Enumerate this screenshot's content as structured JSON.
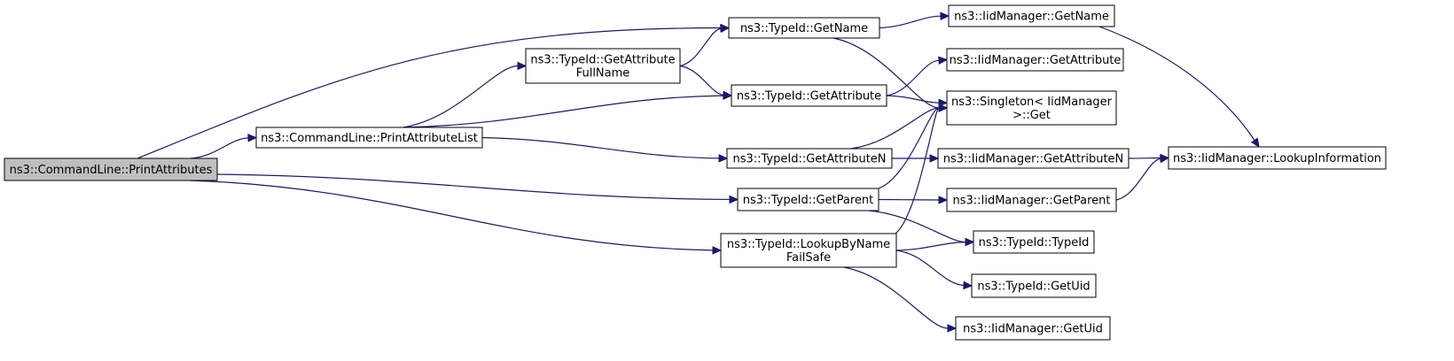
{
  "colors": {
    "edge": "#191970",
    "node_fill": "#ffffff",
    "root_fill": "#bfbfbf",
    "border": "#000000"
  },
  "nodes": [
    {
      "id": "root",
      "lines": [
        "ns3::CommandLine::PrintAttributes"
      ],
      "root": true
    },
    {
      "id": "pal",
      "lines": [
        "ns3::CommandLine::PrintAttributeList"
      ]
    },
    {
      "id": "gafn",
      "lines": [
        "ns3::TypeId::GetAttribute",
        "FullName"
      ]
    },
    {
      "id": "getname",
      "lines": [
        "ns3::TypeId::GetName"
      ]
    },
    {
      "id": "getattr",
      "lines": [
        "ns3::TypeId::GetAttribute"
      ]
    },
    {
      "id": "getattrn",
      "lines": [
        "ns3::TypeId::GetAttributeN"
      ]
    },
    {
      "id": "getparent",
      "lines": [
        "ns3::TypeId::GetParent"
      ]
    },
    {
      "id": "lbnfs",
      "lines": [
        "ns3::TypeId::LookupByName",
        "FailSafe"
      ]
    },
    {
      "id": "iid_getname",
      "lines": [
        "ns3::IidManager::GetName"
      ]
    },
    {
      "id": "iid_getattr",
      "lines": [
        "ns3::IidManager::GetAttribute"
      ]
    },
    {
      "id": "singleton",
      "lines": [
        "ns3::Singleton< IidManager",
        ">::Get"
      ]
    },
    {
      "id": "iid_getattrn",
      "lines": [
        "ns3::IidManager::GetAttributeN"
      ]
    },
    {
      "id": "iid_getparent",
      "lines": [
        "ns3::IidManager::GetParent"
      ]
    },
    {
      "id": "typeid_ctor",
      "lines": [
        "ns3::TypeId::TypeId"
      ]
    },
    {
      "id": "typeid_getuid",
      "lines": [
        "ns3::TypeId::GetUid"
      ]
    },
    {
      "id": "iid_getuid",
      "lines": [
        "ns3::IidManager::GetUid"
      ]
    },
    {
      "id": "lookupinfo",
      "lines": [
        "ns3::IidManager::LookupInformation"
      ]
    }
  ],
  "edges": [
    {
      "from": "root",
      "to": "getname"
    },
    {
      "from": "root",
      "to": "pal"
    },
    {
      "from": "root",
      "to": "getparent"
    },
    {
      "from": "root",
      "to": "lbnfs"
    },
    {
      "from": "pal",
      "to": "gafn"
    },
    {
      "from": "pal",
      "to": "getattr"
    },
    {
      "from": "pal",
      "to": "getattrn"
    },
    {
      "from": "gafn",
      "to": "getname"
    },
    {
      "from": "gafn",
      "to": "getattr"
    },
    {
      "from": "getname",
      "to": "iid_getname"
    },
    {
      "from": "getname",
      "to": "singleton"
    },
    {
      "from": "getattr",
      "to": "iid_getattr"
    },
    {
      "from": "getattr",
      "to": "singleton"
    },
    {
      "from": "getattrn",
      "to": "singleton"
    },
    {
      "from": "getattrn",
      "to": "iid_getattrn"
    },
    {
      "from": "getparent",
      "to": "singleton"
    },
    {
      "from": "getparent",
      "to": "iid_getparent"
    },
    {
      "from": "getparent",
      "to": "typeid_ctor"
    },
    {
      "from": "lbnfs",
      "to": "singleton"
    },
    {
      "from": "lbnfs",
      "to": "typeid_ctor"
    },
    {
      "from": "lbnfs",
      "to": "typeid_getuid"
    },
    {
      "from": "lbnfs",
      "to": "iid_getuid"
    },
    {
      "from": "iid_getname",
      "to": "lookupinfo"
    },
    {
      "from": "iid_getattrn",
      "to": "lookupinfo"
    },
    {
      "from": "iid_getparent",
      "to": "lookupinfo"
    }
  ]
}
